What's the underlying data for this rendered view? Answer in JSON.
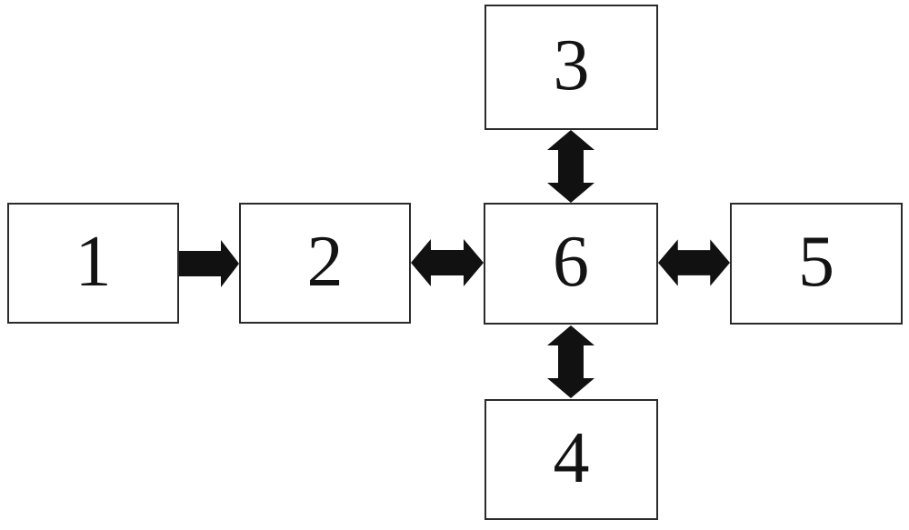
{
  "diagram": {
    "background_color": "#ffffff",
    "box_fill_color": "#ffffff",
    "box_border_color": "#2b2b2b",
    "arrow_color": "#111111",
    "text_color": "#131313",
    "nodes": [
      {
        "id": "1",
        "label": "1",
        "position": "middle-row-left"
      },
      {
        "id": "2",
        "label": "2",
        "position": "middle-row-second"
      },
      {
        "id": "3",
        "label": "3",
        "position": "top-center"
      },
      {
        "id": "4",
        "label": "4",
        "position": "bottom-center"
      },
      {
        "id": "5",
        "label": "5",
        "position": "middle-row-right"
      },
      {
        "id": "6",
        "label": "6",
        "position": "middle-row-center"
      }
    ],
    "edges": [
      {
        "from": "1",
        "to": "2",
        "bidirectional": false,
        "orientation": "horizontal"
      },
      {
        "from": "2",
        "to": "6",
        "bidirectional": true,
        "orientation": "horizontal"
      },
      {
        "from": "6",
        "to": "5",
        "bidirectional": true,
        "orientation": "horizontal"
      },
      {
        "from": "3",
        "to": "6",
        "bidirectional": true,
        "orientation": "vertical"
      },
      {
        "from": "6",
        "to": "4",
        "bidirectional": true,
        "orientation": "vertical"
      }
    ]
  }
}
